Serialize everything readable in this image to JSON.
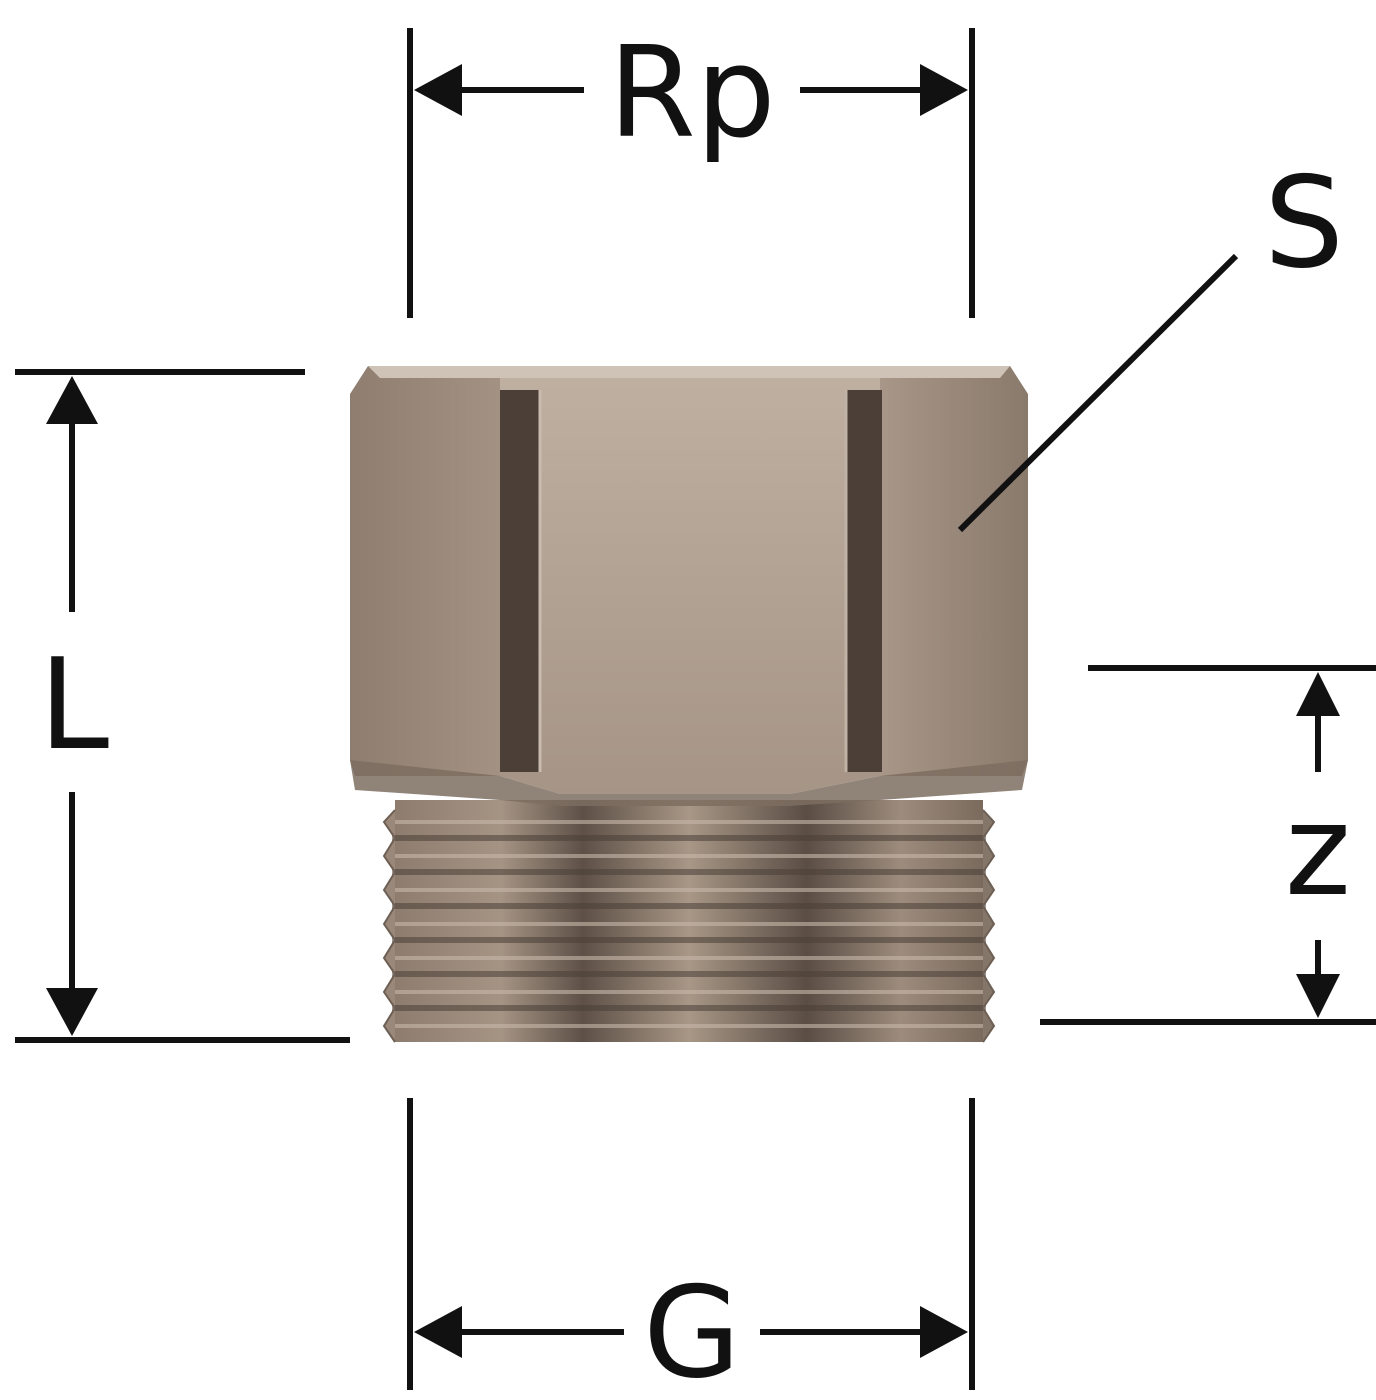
{
  "labels": {
    "rp": "Rp",
    "s": "S",
    "l": "L",
    "z": "z",
    "g": "G"
  },
  "colors": {
    "ink": "#111111",
    "body_light": "#b5a596",
    "body_mid": "#9b8a7c",
    "body_dark": "#6b5d52",
    "groove": "#3a302a"
  }
}
